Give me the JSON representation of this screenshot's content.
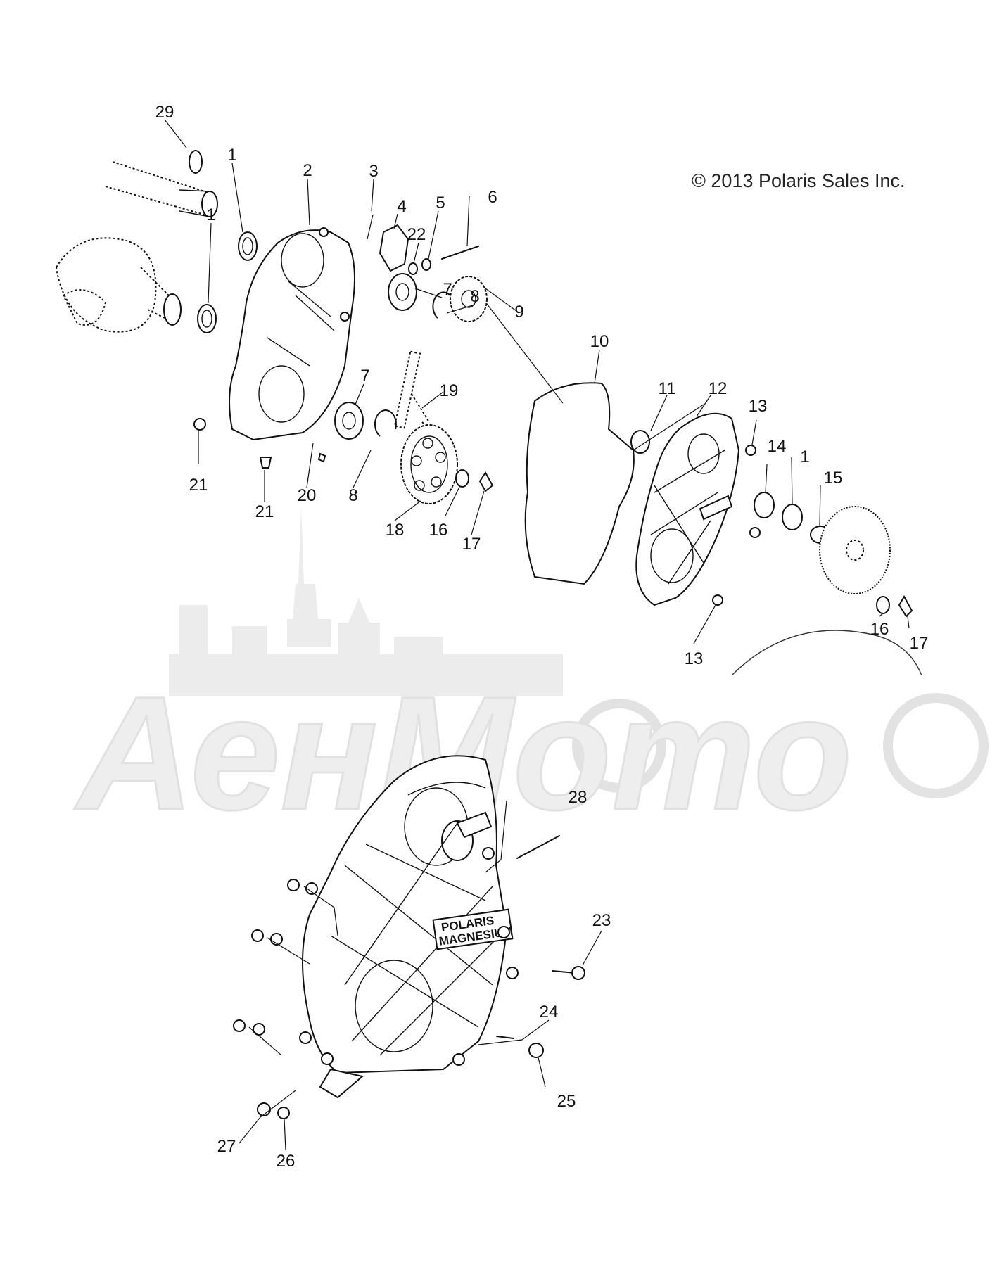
{
  "copyright": "© 2013 Polaris Sales Inc.",
  "watermark": {
    "text": "АенМото",
    "color": "#e6e6e6"
  },
  "badge": {
    "line1": "POLARIS",
    "line2": "MAGNESIUM"
  },
  "callouts": {
    "c29": "29",
    "c1a": "1",
    "c2": "2",
    "c3": "3",
    "c4": "4",
    "c5": "5",
    "c6": "6",
    "c22": "22",
    "c1b": "1",
    "c7a": "7",
    "c8a": "8",
    "c9": "9",
    "c10": "10",
    "c11": "11",
    "c12": "12",
    "c13a": "13",
    "c19": "19",
    "c7b": "7",
    "c14": "14",
    "c1c": "1",
    "c15": "15",
    "c21a": "21",
    "c21b": "21",
    "c20": "20",
    "c8b": "8",
    "c18": "18",
    "c16a": "16",
    "c17a": "17",
    "c16b": "16",
    "c17b": "17",
    "c13b": "13",
    "c28": "28",
    "c23": "23",
    "c24": "24",
    "c25": "25",
    "c27": "27",
    "c26": "26"
  }
}
